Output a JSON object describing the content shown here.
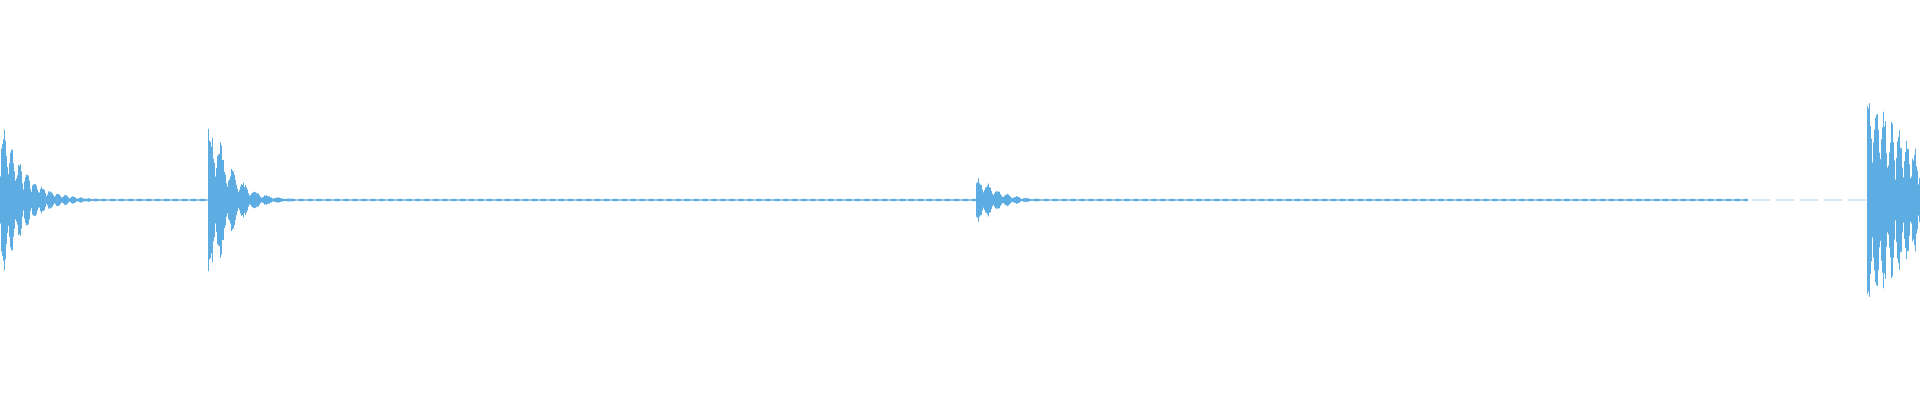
{
  "waveform": {
    "color": "#5dade2",
    "background": "#ffffff",
    "bursts": [
      {
        "time": 0.0,
        "amplitude": 0.45,
        "decay": 0.012,
        "wobble": 0.004
      },
      {
        "time": 0.112,
        "amplitude": 0.38,
        "decay": 0.01,
        "wobble": 0.006
      },
      {
        "time": 0.512,
        "amplitude": 0.11,
        "decay": 0.01,
        "wobble": 0.005
      },
      {
        "time": 0.975,
        "amplitude": 0.56,
        "decay": 0.03,
        "wobble": 0.004
      }
    ],
    "noise_floor": 0.006,
    "silent_gaps": [
      [
        0.91,
        0.972
      ]
    ]
  }
}
